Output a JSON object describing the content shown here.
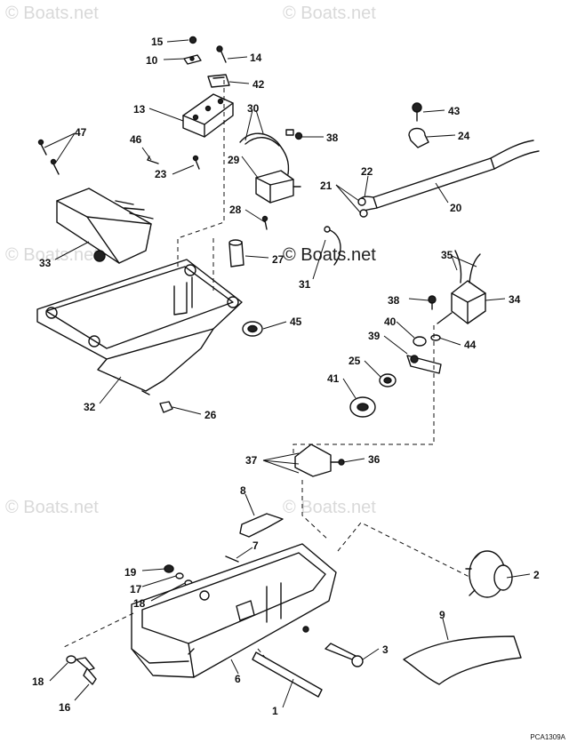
{
  "watermark": {
    "text": "© Boats.net"
  },
  "figure_code": "PCA1309A",
  "callouts": [
    {
      "id": "c15",
      "text": "15"
    },
    {
      "id": "c10",
      "text": "10"
    },
    {
      "id": "c14",
      "text": "14"
    },
    {
      "id": "c42",
      "text": "42"
    },
    {
      "id": "c13",
      "text": "13"
    },
    {
      "id": "c30",
      "text": "30"
    },
    {
      "id": "c43",
      "text": "43"
    },
    {
      "id": "c38a",
      "text": "38"
    },
    {
      "id": "c24",
      "text": "24"
    },
    {
      "id": "c47",
      "text": "47"
    },
    {
      "id": "c46",
      "text": "46"
    },
    {
      "id": "c29",
      "text": "29"
    },
    {
      "id": "c23",
      "text": "23"
    },
    {
      "id": "c22",
      "text": "22"
    },
    {
      "id": "c21",
      "text": "21"
    },
    {
      "id": "c20",
      "text": "20"
    },
    {
      "id": "c28",
      "text": "28"
    },
    {
      "id": "c33",
      "text": "33"
    },
    {
      "id": "c27",
      "text": "27"
    },
    {
      "id": "c31",
      "text": "31"
    },
    {
      "id": "c35",
      "text": "35"
    },
    {
      "id": "c38b",
      "text": "38"
    },
    {
      "id": "c34",
      "text": "34"
    },
    {
      "id": "c40",
      "text": "40"
    },
    {
      "id": "c45",
      "text": "45"
    },
    {
      "id": "c39",
      "text": "39"
    },
    {
      "id": "c44",
      "text": "44"
    },
    {
      "id": "c25",
      "text": "25"
    },
    {
      "id": "c41",
      "text": "41"
    },
    {
      "id": "c32",
      "text": "32"
    },
    {
      "id": "c26",
      "text": "26"
    },
    {
      "id": "c37",
      "text": "37"
    },
    {
      "id": "c36",
      "text": "36"
    },
    {
      "id": "c8",
      "text": "8"
    },
    {
      "id": "c7",
      "text": "7"
    },
    {
      "id": "c19",
      "text": "19"
    },
    {
      "id": "c17",
      "text": "17"
    },
    {
      "id": "c18a",
      "text": "18"
    },
    {
      "id": "c2",
      "text": "2"
    },
    {
      "id": "c9",
      "text": "9"
    },
    {
      "id": "c3",
      "text": "3"
    },
    {
      "id": "c18b",
      "text": "18"
    },
    {
      "id": "c6",
      "text": "6"
    },
    {
      "id": "c16",
      "text": "16"
    },
    {
      "id": "c1",
      "text": "1"
    }
  ]
}
